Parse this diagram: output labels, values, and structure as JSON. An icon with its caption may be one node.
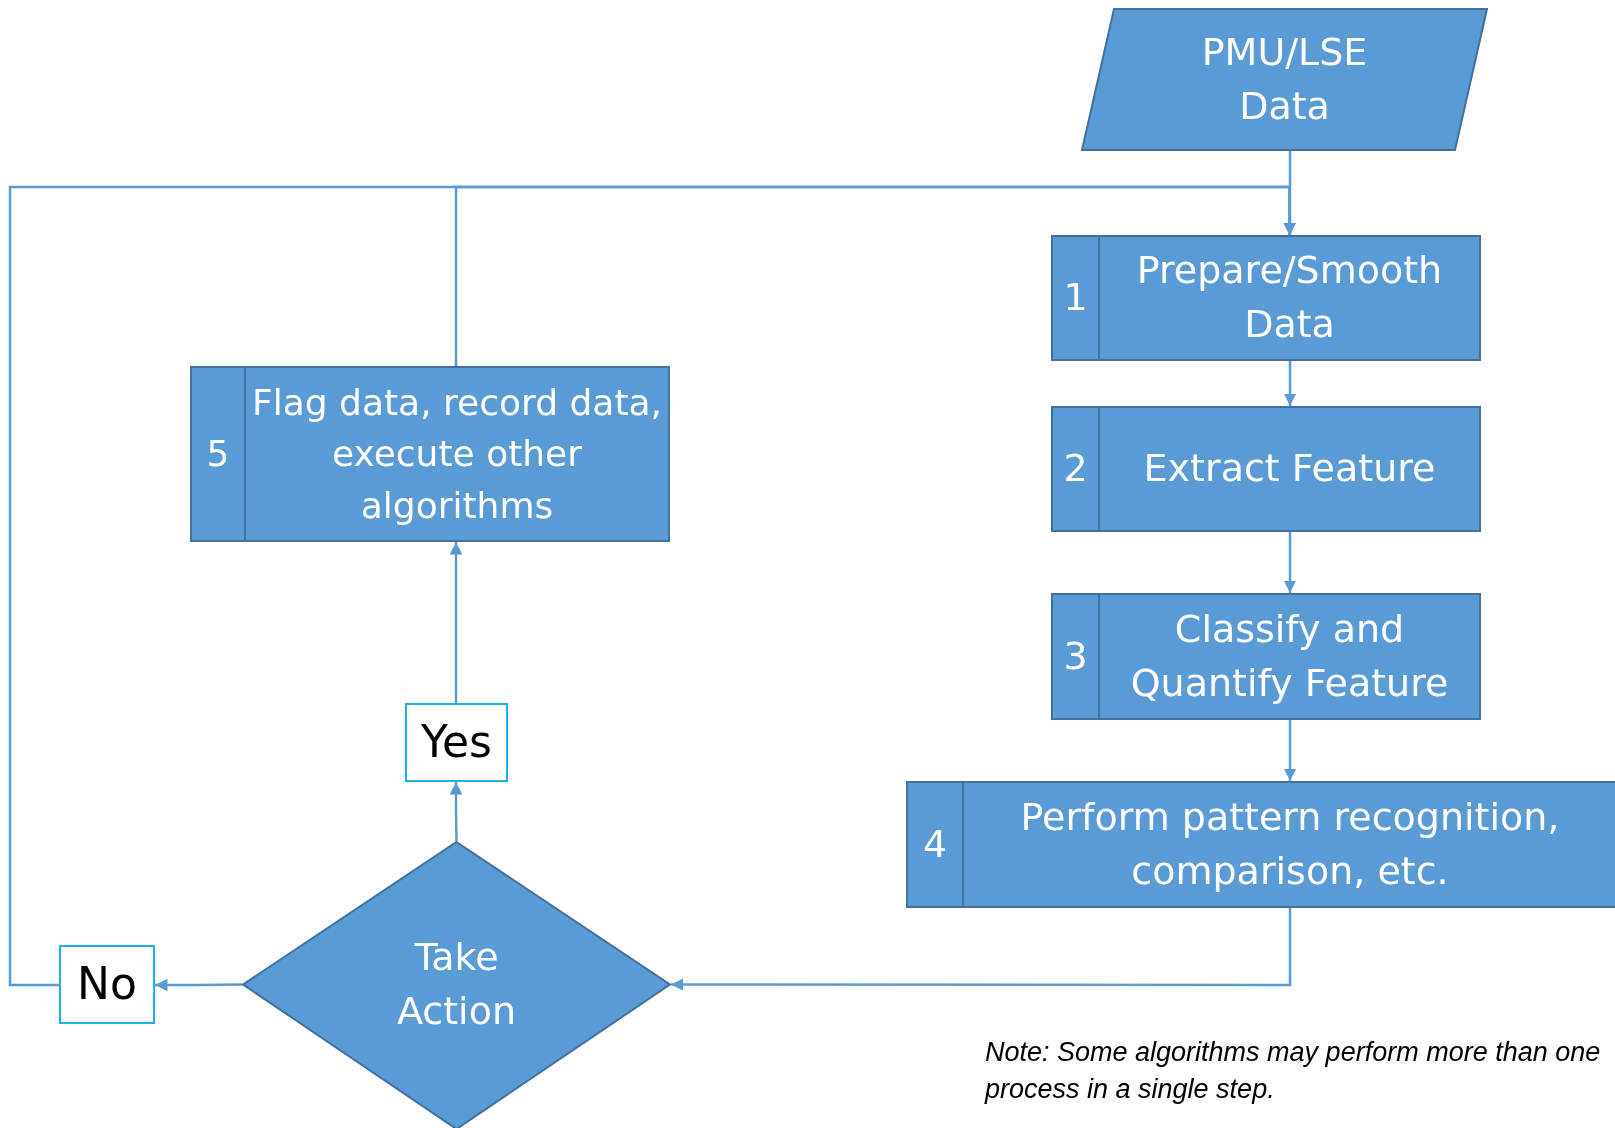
{
  "diagram": {
    "nodes": [
      {
        "text": [
          "PMU/LSE Data"
        ]
      },
      {
        "text": [
          "1",
          "Prepare/Smooth Data"
        ]
      },
      {
        "text": [
          "2",
          "Extract Feature"
        ]
      },
      {
        "text": [
          "3",
          "Classify and Quantify Feature"
        ]
      },
      {
        "text": [
          "4",
          "Perform pattern recognition, comparison, etc."
        ]
      },
      {
        "text": [
          "5",
          "Flag data, record data, execute other algorithms"
        ]
      },
      {
        "text": [
          "Yes"
        ]
      },
      {
        "text": [
          "Take Action"
        ]
      },
      {
        "text": [
          "No"
        ]
      }
    ],
    "edges": [
      {
        "from": 0,
        "to": 1,
        "arrow": "to"
      },
      {
        "from": 1,
        "to": 2,
        "arrow": "to"
      },
      {
        "from": 2,
        "to": 3,
        "arrow": "to"
      },
      {
        "from": 3,
        "to": 4,
        "arrow": "to"
      },
      {
        "from": 4,
        "to": 7,
        "arrow": "to"
      },
      {
        "from": 7,
        "to": 6,
        "arrow": "to"
      },
      {
        "from": 6,
        "to": 5,
        "arrow": "to"
      },
      {
        "from": 7,
        "to": 8,
        "arrow": "to"
      },
      {
        "from": 8,
        "to": 1,
        "arrow": "to"
      },
      {
        "from": 5,
        "to": 1,
        "arrow": "to"
      }
    ],
    "labels": [
      "Note: Some algorithms may perform more than one process in a single step."
    ]
  }
}
